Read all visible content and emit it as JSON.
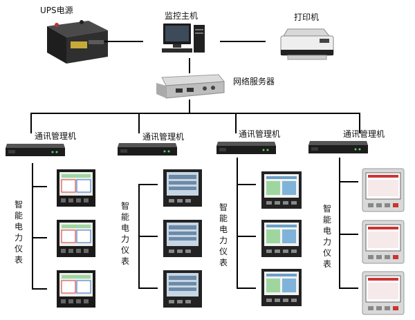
{
  "labels": {
    "ups": "UPS电源",
    "host": "监控主机",
    "printer": "打印机",
    "server": "网络服务器",
    "comm": [
      "通讯管理机",
      "通讯管理机",
      "通讯管理机",
      "通讯管理机"
    ],
    "meter": [
      "智能电力仪表",
      "智能电力仪表",
      "智能电力仪表",
      "智能电力仪表"
    ]
  },
  "icons": {
    "ups": "ups-battery-icon",
    "host": "desktop-computer-icon",
    "printer": "printer-icon",
    "server": "network-server-icon",
    "comm": "rack-communication-manager-icon",
    "meter": "power-meter-icon"
  },
  "colors": {
    "line": "#000000",
    "meter_screen_green": "#9fd6a0",
    "meter_screen_blue": "#7fb3d9",
    "ups_body": "#2a2a2a"
  }
}
